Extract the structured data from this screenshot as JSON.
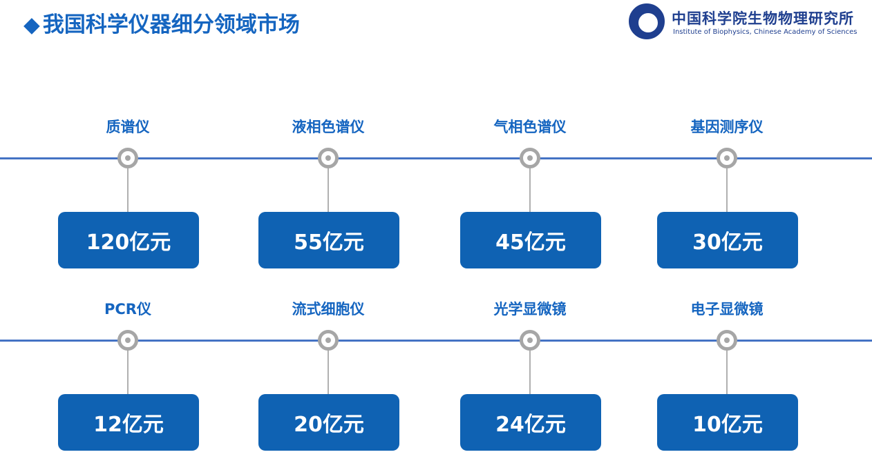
{
  "title": "我国科学仪器细分领域市场",
  "title_marker": "◆",
  "logo": {
    "cn": "中国科学院生物物理研究所",
    "en": "Institute of Biophysics, Chinese Academy of Sciences"
  },
  "rows": [
    [
      {
        "name": "质谱仪",
        "value": "120亿元"
      },
      {
        "name": "液相色谱仪",
        "value": "55亿元"
      },
      {
        "name": "气相色谱仪",
        "value": "45亿元"
      },
      {
        "name": "基因测序仪",
        "value": "30亿元"
      }
    ],
    [
      {
        "name": "PCR仪",
        "value": "12亿元"
      },
      {
        "name": "流式细胞仪",
        "value": "20亿元"
      },
      {
        "name": "光学显微镜",
        "value": "24亿元"
      },
      {
        "name": "电子显微镜",
        "value": "10亿元"
      }
    ]
  ],
  "colors": {
    "accent": "#1565c0",
    "box": "#0f62b3",
    "line": "#4472c4",
    "node": "#a6a6a6"
  }
}
